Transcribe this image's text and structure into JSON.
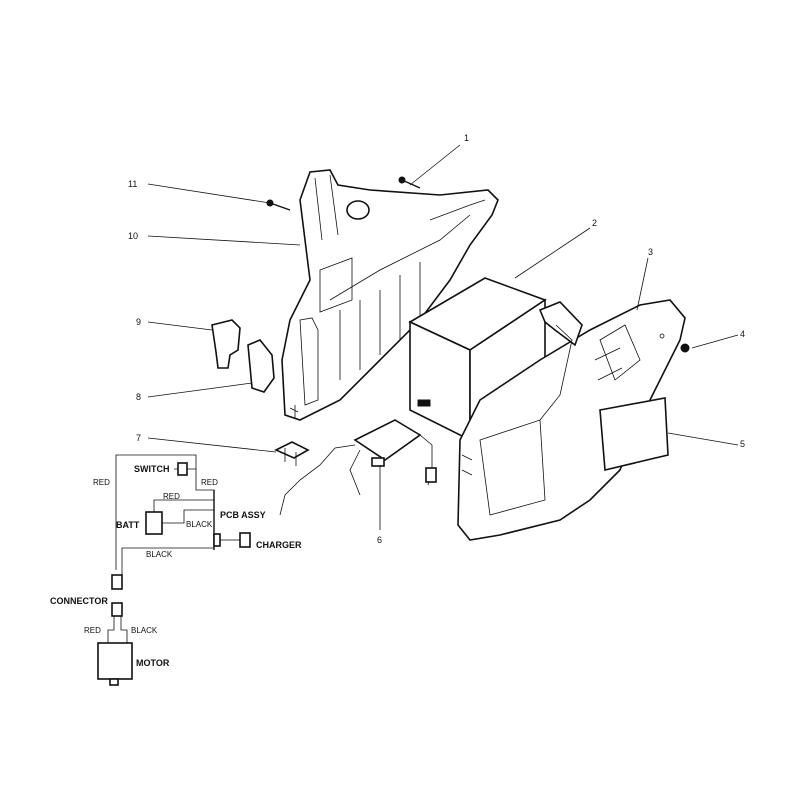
{
  "callouts": [
    "1",
    "2",
    "3",
    "4",
    "5",
    "6",
    "7",
    "8",
    "9",
    "10",
    "11"
  ],
  "labels": {
    "switch": "SWITCH",
    "pcb_assy": "PCB ASSY",
    "batt": "BATT",
    "charger": "CHARGER",
    "connector": "CONNECTOR",
    "motor": "MOTOR"
  },
  "wires": {
    "red_left": "RED",
    "red_switch": "RED",
    "red_batt": "RED",
    "black_batt": "BLACK",
    "black_bottom": "BLACK",
    "red_motor": "RED",
    "black_motor": "BLACK"
  }
}
